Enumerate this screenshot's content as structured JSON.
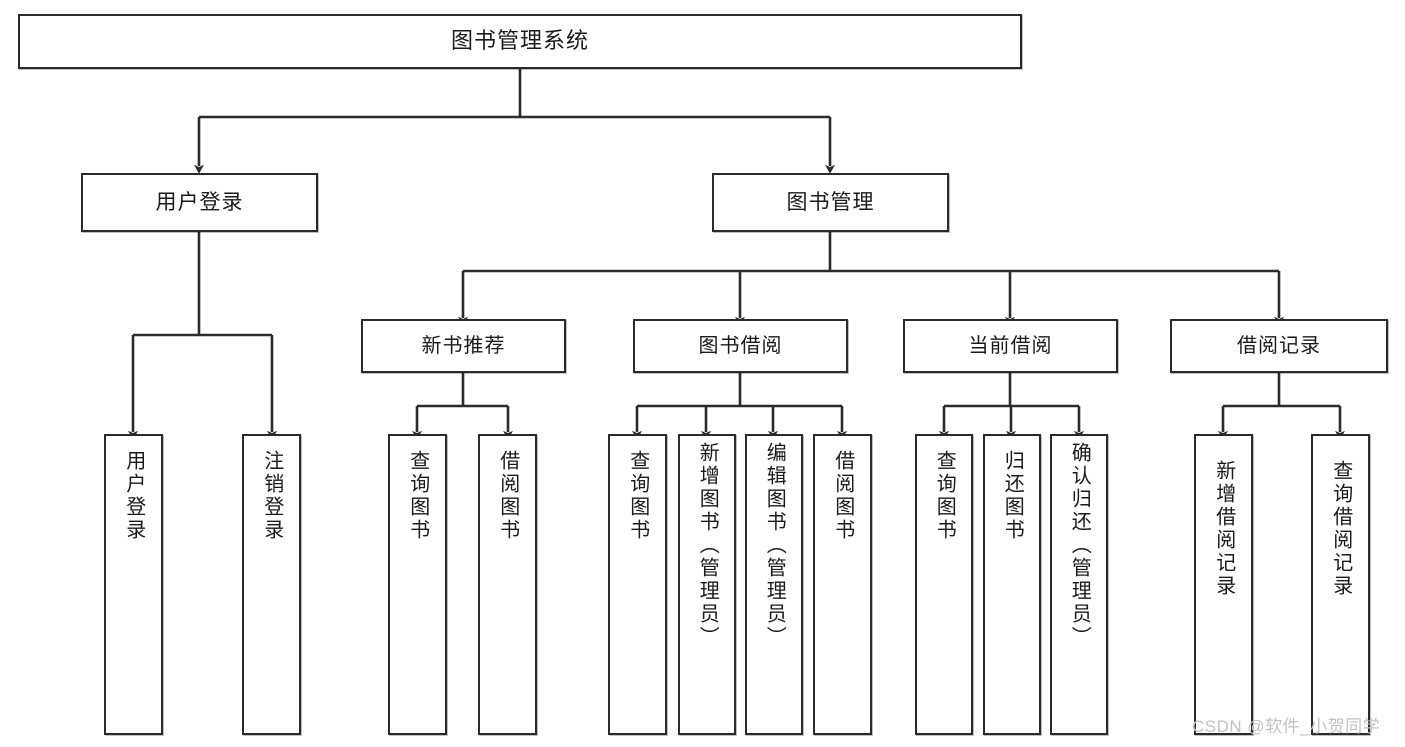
{
  "diagram": {
    "type": "tree",
    "title": "图书管理系统",
    "background_color": "#ffffff",
    "line_color": "#2b2b2b",
    "box_border_color": "#2b2b2b",
    "text_color": "#1a1a1a",
    "root": {
      "label": "图书管理系统"
    },
    "level1": [
      {
        "label": "用户登录"
      },
      {
        "label": "图书管理"
      }
    ],
    "level2": [
      {
        "label": "新书推荐"
      },
      {
        "label": "图书借阅"
      },
      {
        "label": "当前借阅"
      },
      {
        "label": "借阅记录"
      }
    ],
    "leaves": [
      {
        "label": "用户登录"
      },
      {
        "label": "注销登录"
      },
      {
        "label": "查询图书"
      },
      {
        "label": "借阅图书"
      },
      {
        "label": "查询图书"
      },
      {
        "label": "新增图书（管理员）"
      },
      {
        "label": "编辑图书（管理员）"
      },
      {
        "label": "借阅图书"
      },
      {
        "label": "查询图书"
      },
      {
        "label": "归还图书"
      },
      {
        "label": "确认归还（管理员）"
      },
      {
        "label": "新增借阅记录"
      },
      {
        "label": "查询借阅记录"
      }
    ]
  },
  "watermark": {
    "text": "CSDN @软件_小贺同学"
  }
}
